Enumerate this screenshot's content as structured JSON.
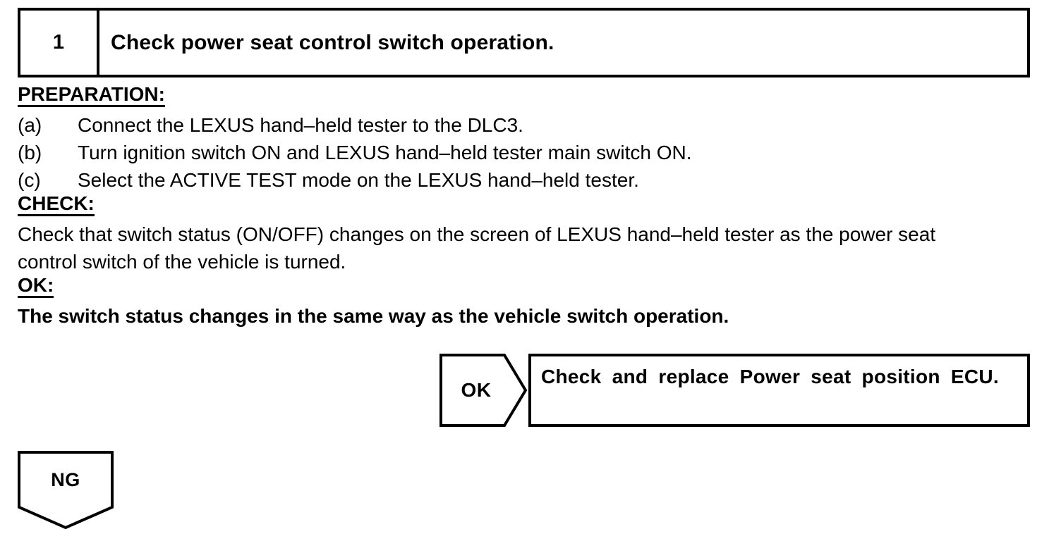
{
  "step": {
    "number": "1",
    "title": "Check power seat control switch operation."
  },
  "sections": {
    "preparation_heading": "PREPARATION:",
    "preparation_steps": [
      {
        "label": "(a)",
        "text": "Connect the LEXUS hand–held tester to the DLC3."
      },
      {
        "label": "(b)",
        "text": "Turn ignition switch ON and LEXUS hand–held tester main switch ON."
      },
      {
        "label": "(c)",
        "text": "Select the ACTIVE TEST mode on the LEXUS hand–held tester."
      }
    ],
    "check_heading": "CHECK:",
    "check_body_line1": "Check that switch status (ON/OFF) changes on the screen of LEXUS hand–held tester as the power seat",
    "check_body_line2": "control switch of the vehicle is turned.",
    "ok_heading": "OK:",
    "ok_body": "The switch status changes in the same way as the vehicle switch operation."
  },
  "flow": {
    "ok_arrow_label": "OK",
    "result_text": "Check and replace Power seat position ECU.",
    "ng_label": "NG"
  },
  "colors": {
    "ink": "#000000",
    "paper": "#ffffff"
  }
}
